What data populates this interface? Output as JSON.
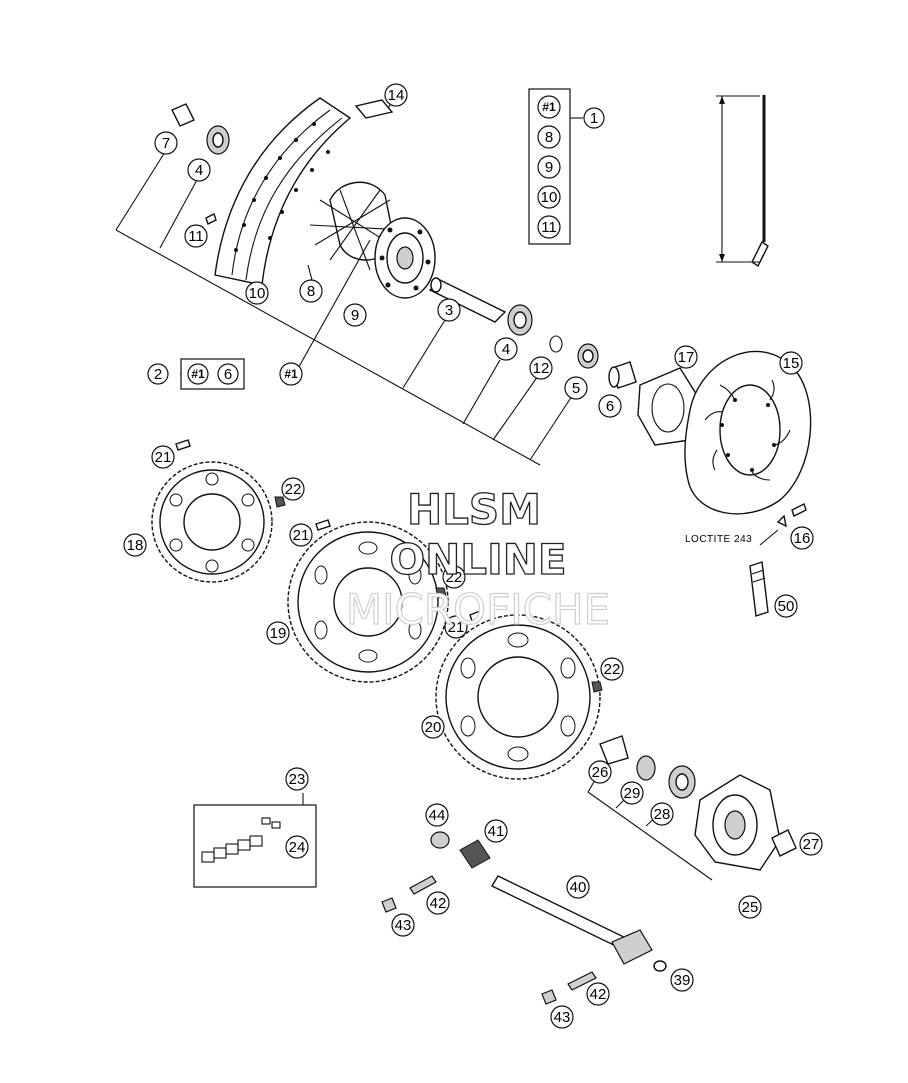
{
  "watermark": {
    "line1": "HLSM",
    "line2": "ONLINE",
    "line3": "MICROFICHE"
  },
  "note": "LOCTITE 243",
  "kit_box": {
    "items": [
      "#1",
      "8",
      "9",
      "10",
      "11"
    ],
    "callout": "1"
  },
  "kit2_box": {
    "callout": "2",
    "items": [
      "#1",
      "6"
    ]
  },
  "chain_box": {
    "callout": "23",
    "sub": "24"
  },
  "callouts": [
    {
      "id": "c14",
      "text": "14"
    },
    {
      "id": "c7",
      "text": "7"
    },
    {
      "id": "c4a",
      "text": "4"
    },
    {
      "id": "c11",
      "text": "11"
    },
    {
      "id": "c10",
      "text": "10"
    },
    {
      "id": "c8",
      "text": "8"
    },
    {
      "id": "c9",
      "text": "9"
    },
    {
      "id": "c3",
      "text": "3"
    },
    {
      "id": "c4b",
      "text": "4"
    },
    {
      "id": "c12",
      "text": "12"
    },
    {
      "id": "c5",
      "text": "5"
    },
    {
      "id": "c6",
      "text": "6"
    },
    {
      "id": "c17",
      "text": "17"
    },
    {
      "id": "c15",
      "text": "15"
    },
    {
      "id": "c16",
      "text": "16"
    },
    {
      "id": "c50",
      "text": "50"
    },
    {
      "id": "c1m",
      "text": "#1"
    },
    {
      "id": "c21a",
      "text": "21"
    },
    {
      "id": "c22a",
      "text": "22"
    },
    {
      "id": "c18",
      "text": "18"
    },
    {
      "id": "c21b",
      "text": "21"
    },
    {
      "id": "c22b",
      "text": "22"
    },
    {
      "id": "c21c",
      "text": "21"
    },
    {
      "id": "c19",
      "text": "19"
    },
    {
      "id": "c22c",
      "text": "22"
    },
    {
      "id": "c20",
      "text": "20"
    },
    {
      "id": "c26",
      "text": "26"
    },
    {
      "id": "c29",
      "text": "29"
    },
    {
      "id": "c28",
      "text": "28"
    },
    {
      "id": "c27",
      "text": "27"
    },
    {
      "id": "c25",
      "text": "25"
    },
    {
      "id": "c44",
      "text": "44"
    },
    {
      "id": "c41",
      "text": "41"
    },
    {
      "id": "c40",
      "text": "40"
    },
    {
      "id": "c42a",
      "text": "42"
    },
    {
      "id": "c43a",
      "text": "43"
    },
    {
      "id": "c42b",
      "text": "42"
    },
    {
      "id": "c43b",
      "text": "43"
    },
    {
      "id": "c39",
      "text": "39"
    }
  ]
}
